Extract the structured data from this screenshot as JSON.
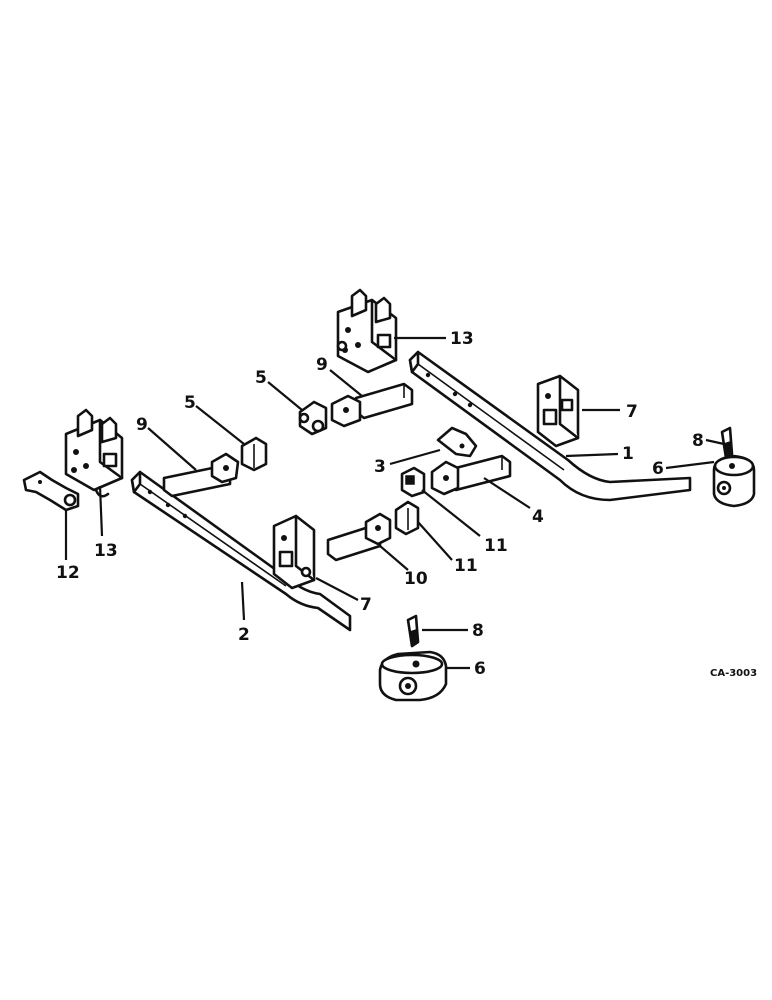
{
  "diagram": {
    "drawing_id": "CA-3003",
    "callouts": {
      "c1": "1",
      "c2": "2",
      "c3": "3",
      "c4": "4",
      "c5a": "5",
      "c5b": "5",
      "c6a": "6",
      "c6b": "6",
      "c7a": "7",
      "c7b": "7",
      "c8a": "8",
      "c8b": "8",
      "c9a": "9",
      "c9b": "9",
      "c10": "10",
      "c11a": "11",
      "c11b": "11",
      "c12": "12",
      "c13a": "13",
      "c13b": "13"
    }
  }
}
